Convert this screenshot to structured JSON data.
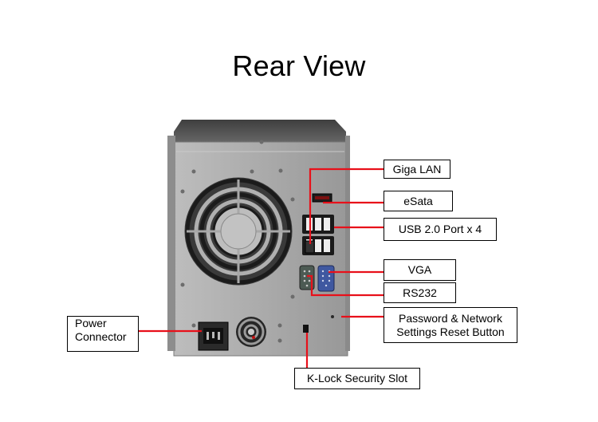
{
  "title": "Rear View",
  "callouts": {
    "giga_lan": "Giga LAN",
    "esata": "eSata",
    "usb": "USB 2.0 Port x 4",
    "vga": "VGA",
    "rs232": "RS232",
    "reset_line1": "Password & Network",
    "reset_line2": "Settings Reset Button",
    "power_line1": "Power",
    "power_line2": "Connector",
    "klock": "K-Lock Security Slot"
  },
  "colors": {
    "leader_line": "#e8101a",
    "chassis": "#a7a7a7",
    "top_cover": "#555555"
  }
}
